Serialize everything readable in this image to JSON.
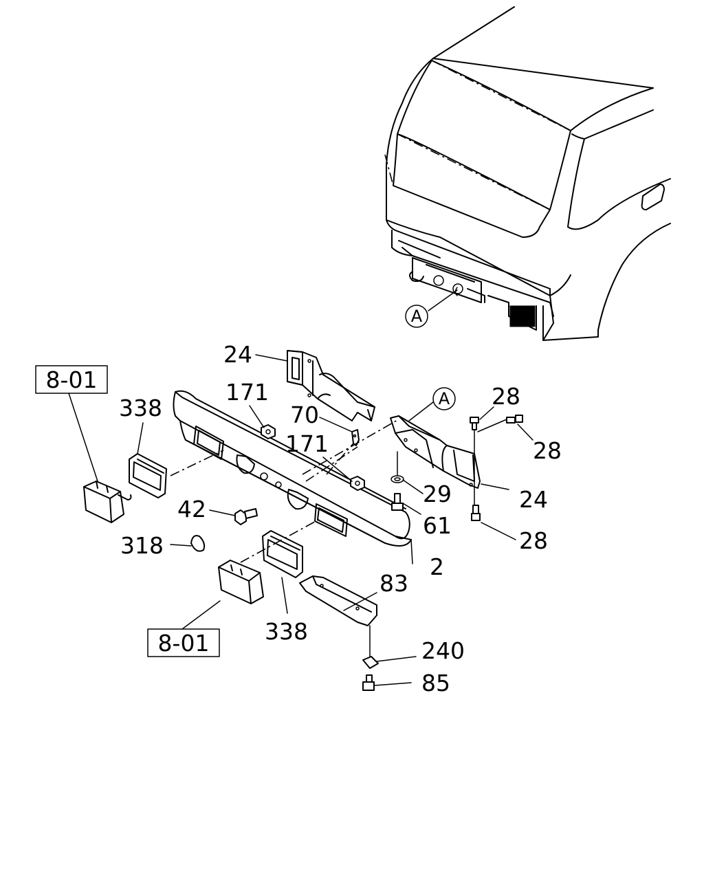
{
  "callouts": {
    "ref_a_vehicle": "A",
    "ref_a_bumper": "A",
    "p24_top": "24",
    "p171_top": "171",
    "p70": "70",
    "p171_mid": "171",
    "p338_top": "338",
    "p42": "42",
    "p318": "318",
    "p338_bottom": "338",
    "p2": "2",
    "p83": "83",
    "p240": "240",
    "p85": "85",
    "p28_top": "28",
    "p28_right": "28",
    "p24_right": "24",
    "p29": "29",
    "p61": "61",
    "p28_bottom": "28"
  },
  "refs": {
    "ref_801_top": "8-01",
    "ref_801_bottom": "8-01"
  }
}
